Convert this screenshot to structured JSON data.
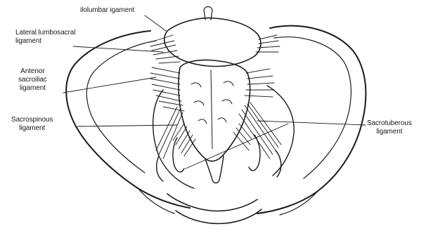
{
  "figure": {
    "labels": {
      "iliolumbar": "ilolumbar igament",
      "lateral_lumbosacral": "Lateral lumbosacral\nligament",
      "anterior_sacroiliac": "Antenor\nsacroiliac\nligament",
      "sacrospinous": "Sacrospinous\nligament",
      "sacrotuberous": "Sacrotuberous\nligament"
    },
    "colors": {
      "ink": "#1a1a1a",
      "background": "#ffffff"
    }
  }
}
